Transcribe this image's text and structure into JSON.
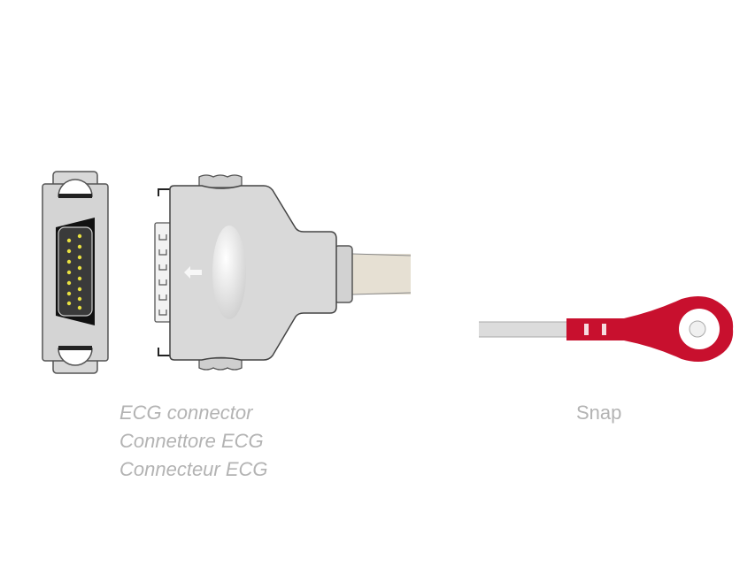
{
  "left_caption": {
    "lines": [
      "ECG connector",
      "Connettore ECG",
      "Connecteur ECG"
    ]
  },
  "right_caption": {
    "label": "Snap"
  },
  "colors": {
    "caption": "#b3b3b3",
    "connector_body": "#d9d9d9",
    "cable_beige": "#e6e0d3",
    "snap_red": "#c8102e",
    "pins": "#e8e040"
  }
}
